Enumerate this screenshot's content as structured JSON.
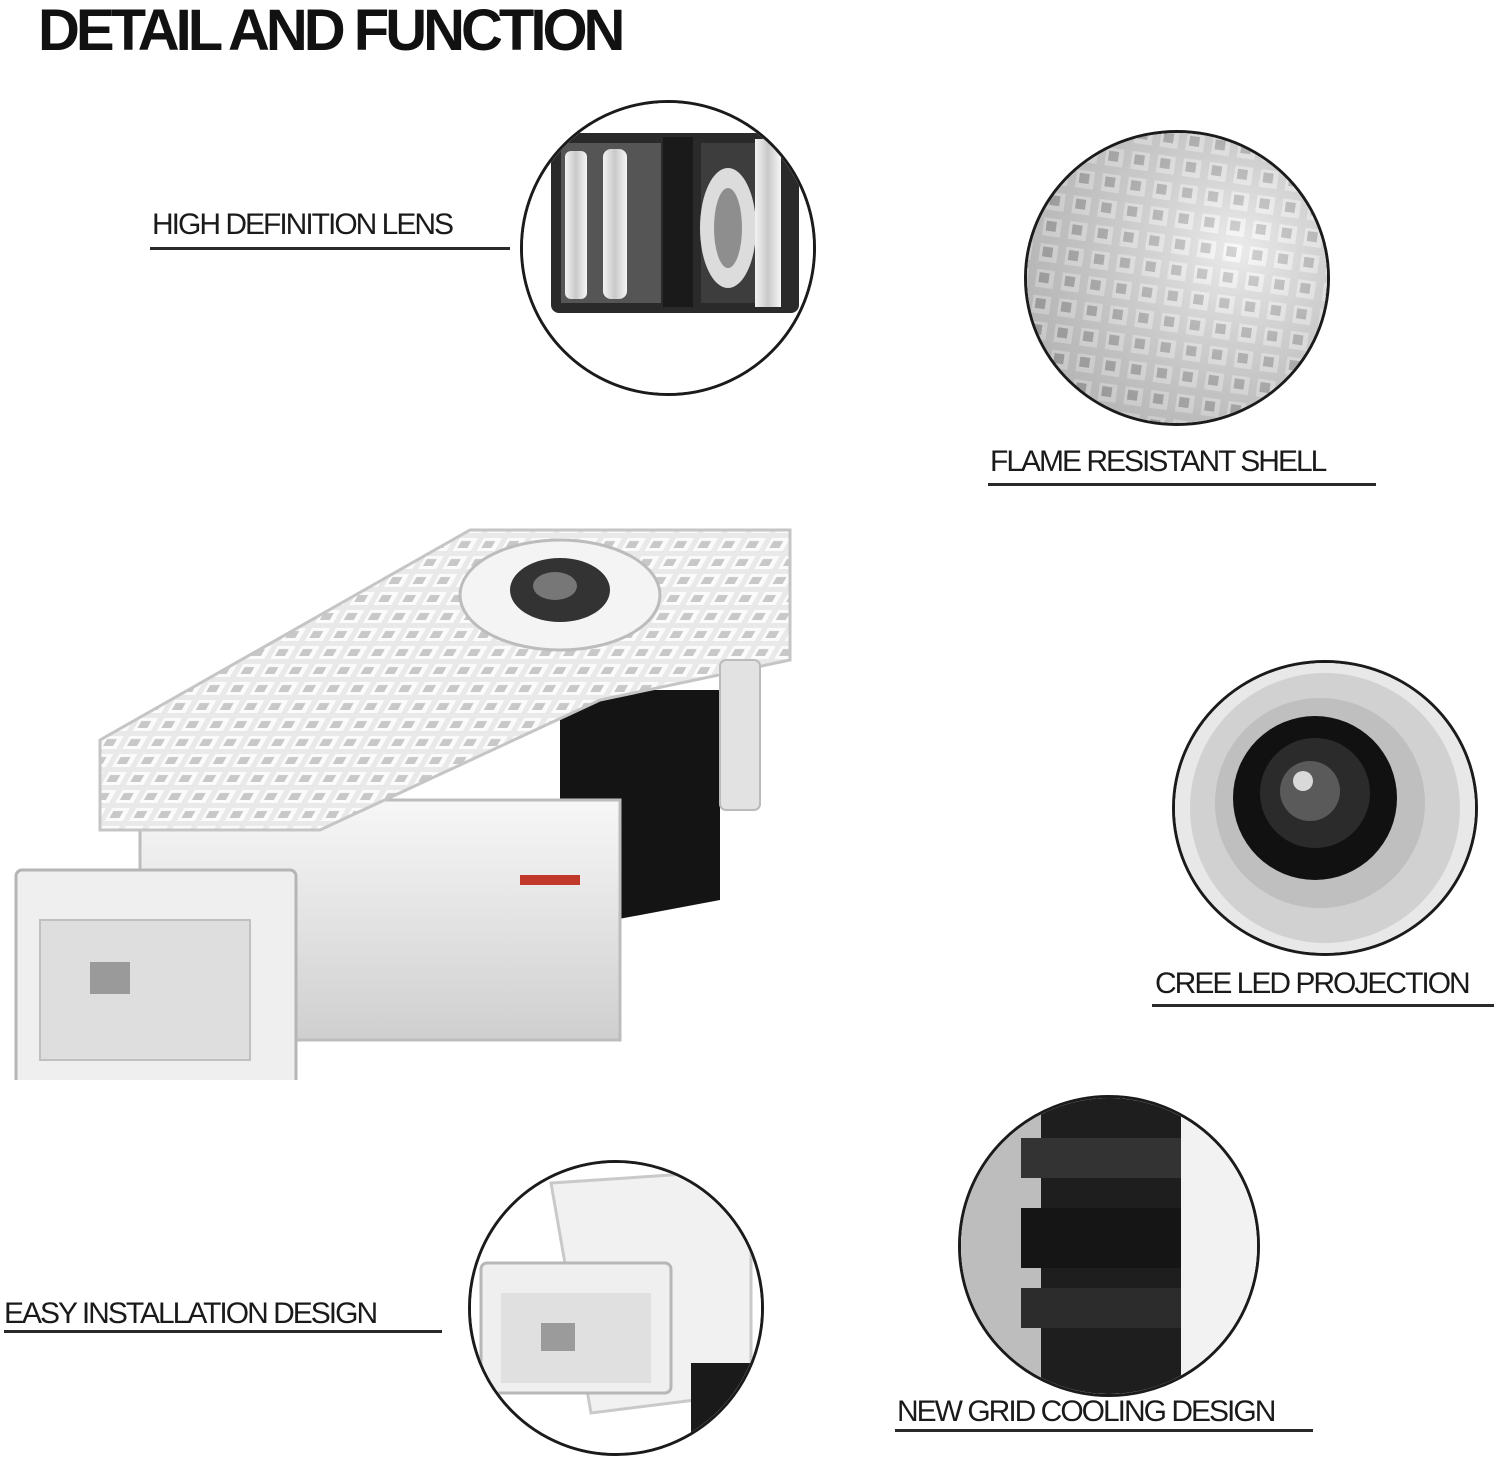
{
  "header": {
    "title": "DETAIL AND FUNCTION"
  },
  "features": {
    "lens": "HIGH DEFINITION LENS",
    "shell": "FLAME RESISTANT SHELL",
    "led": "CREE LED PROJECTION",
    "install": "EASY INSTALLATION DESIGN",
    "cooling": "NEW GRID COOLING DESIGN"
  },
  "colors": {
    "text": "#1a1a1a",
    "circle_border": "#1b1b1b",
    "background": "#ffffff"
  }
}
